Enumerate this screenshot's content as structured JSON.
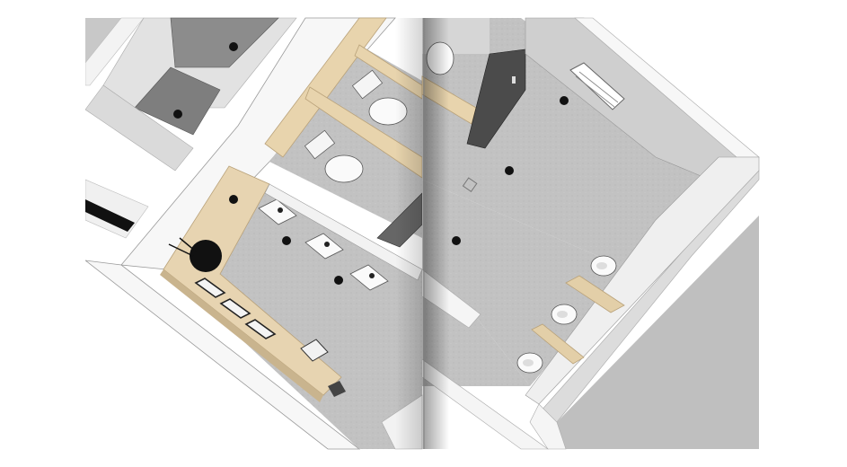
{
  "image": {
    "kind": "isometric floor plan of a restroom printed across an open book spread",
    "labels": []
  },
  "colors": {
    "page_bg": "#ffffff",
    "concrete_floor": "#bdbdbd",
    "wall_top": "#f5f5f5",
    "wall_side": "#dcdcdc",
    "wood": "#e6d3b0",
    "wood_edge": "#c9b48e",
    "fixture": "#fafafa",
    "outline": "#3a3a3a",
    "dark": "#111111",
    "cabinet": "#8e8e8e",
    "gutter_shadow": "#9a9a9a"
  },
  "fixtures": {
    "toilets": 3,
    "sinks": 3,
    "urinals": 3,
    "mirrors": 3,
    "floor_drains": 8
  }
}
